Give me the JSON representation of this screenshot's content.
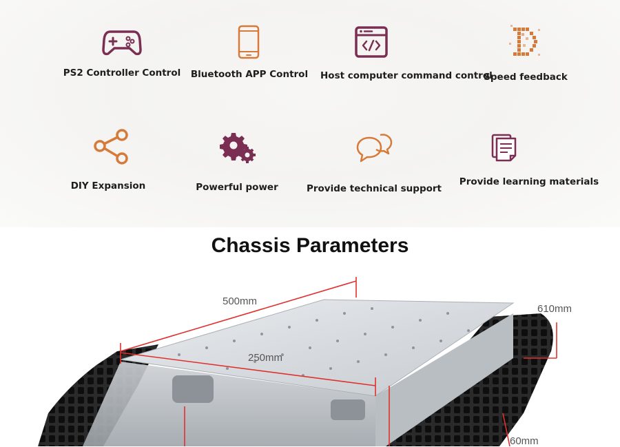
{
  "features": [
    {
      "label": "PS2 Controller Control",
      "icon": "gamepad-icon"
    },
    {
      "label": "Bluetooth APP Control",
      "icon": "smartphone-icon"
    },
    {
      "label": "Host computer command control",
      "icon": "code-window-icon"
    },
    {
      "label": "Speed feedback",
      "icon": "pixel-d-icon"
    },
    {
      "label": "DIY Expansion",
      "icon": "share-nodes-icon"
    },
    {
      "label": "Powerful power",
      "icon": "gears-icon"
    },
    {
      "label": "Provide technical support",
      "icon": "chat-bubbles-icon"
    },
    {
      "label": "Provide learning materials",
      "icon": "document-icon"
    }
  ],
  "section_title": "Chassis Parameters",
  "dimensions": {
    "length": "500mm",
    "width": "250mm",
    "depth": "610mm",
    "track_height": "60mm"
  },
  "colors": {
    "icon_purple": "#7a2e52",
    "icon_orange": "#d67a3a",
    "dimension_line": "#e0302e"
  }
}
